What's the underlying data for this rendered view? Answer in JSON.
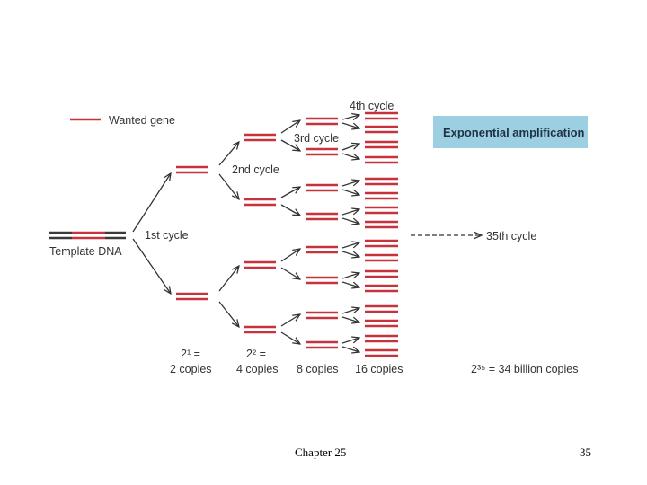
{
  "legend": {
    "wanted_gene": "Wanted gene"
  },
  "labels": {
    "template": "Template DNA",
    "cycle1": "1st cycle",
    "cycle2": "2nd cycle",
    "cycle3": "3rd cycle",
    "cycle4": "4th cycle",
    "cycle35": "35th cycle"
  },
  "banner": {
    "text": "Exponential amplification"
  },
  "copies": {
    "c1_line1": "2¹ =",
    "c1_line2": "2 copies",
    "c2_line1": "2² =",
    "c2_line2": "4 copies",
    "c3": "8 copies",
    "c4": "16 copies",
    "c35": "2³⁵ = 34 billion copies"
  },
  "footer": {
    "chapter": "Chapter 25",
    "page": "35"
  },
  "colors": {
    "gene": "#c8323c",
    "template": "#3a3a3a",
    "banner_bg": "#9ccfe1",
    "arrow": "#333333"
  }
}
